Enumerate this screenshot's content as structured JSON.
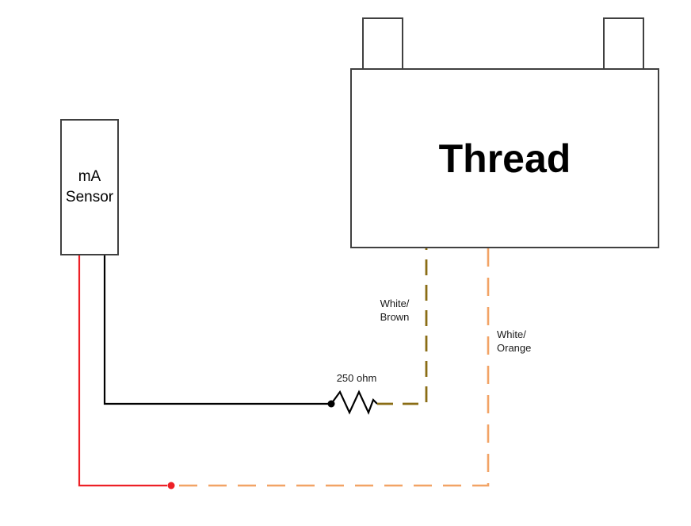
{
  "sensor": {
    "label_line1": "mA",
    "label_line2": "Sensor"
  },
  "device": {
    "label": "Thread"
  },
  "resistor": {
    "label": "250 ohm"
  },
  "wire_labels": {
    "white_brown": {
      "line1": "White/",
      "line2": "Brown"
    },
    "white_orange": {
      "line1": "White/",
      "line2": "Orange"
    }
  },
  "colors": {
    "white_brown_wire": "#8a6d15",
    "white_orange_wire": "#f2a365",
    "red_wire": "#ed2026",
    "black_wire": "#000000",
    "box_border": "#404040"
  }
}
